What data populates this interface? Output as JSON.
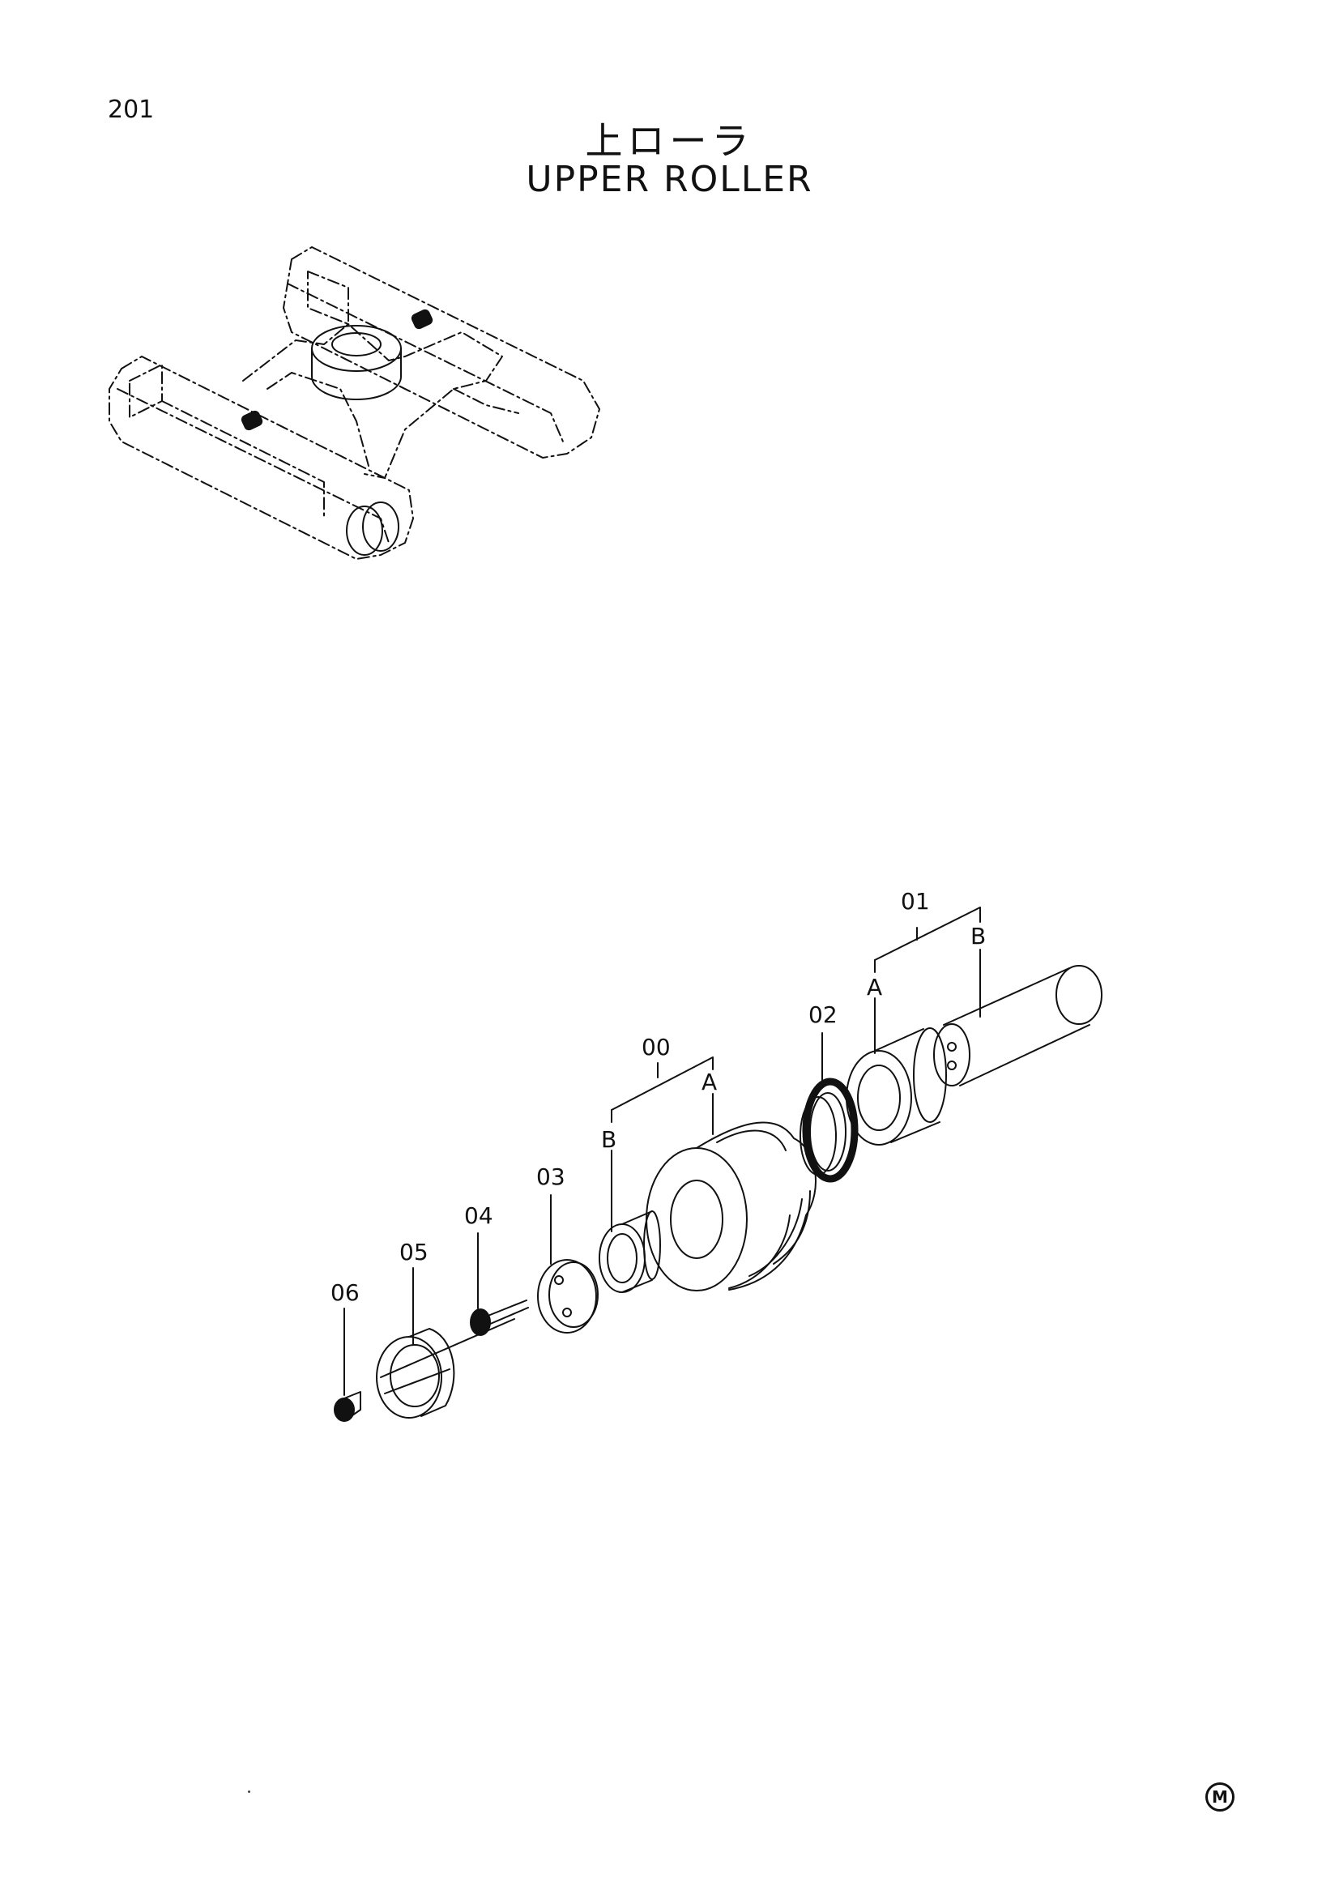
{
  "page_number": "201",
  "title_jp": "上ローラ",
  "title_en": "UPPER ROLLER",
  "labels": {
    "p00": "00",
    "p01": "01",
    "p02": "02",
    "p03": "03",
    "p04": "04",
    "p05": "05",
    "p06": "06",
    "a_00": "A",
    "b_00": "B",
    "a_01": "A",
    "b_01": "B"
  },
  "mark": "M"
}
